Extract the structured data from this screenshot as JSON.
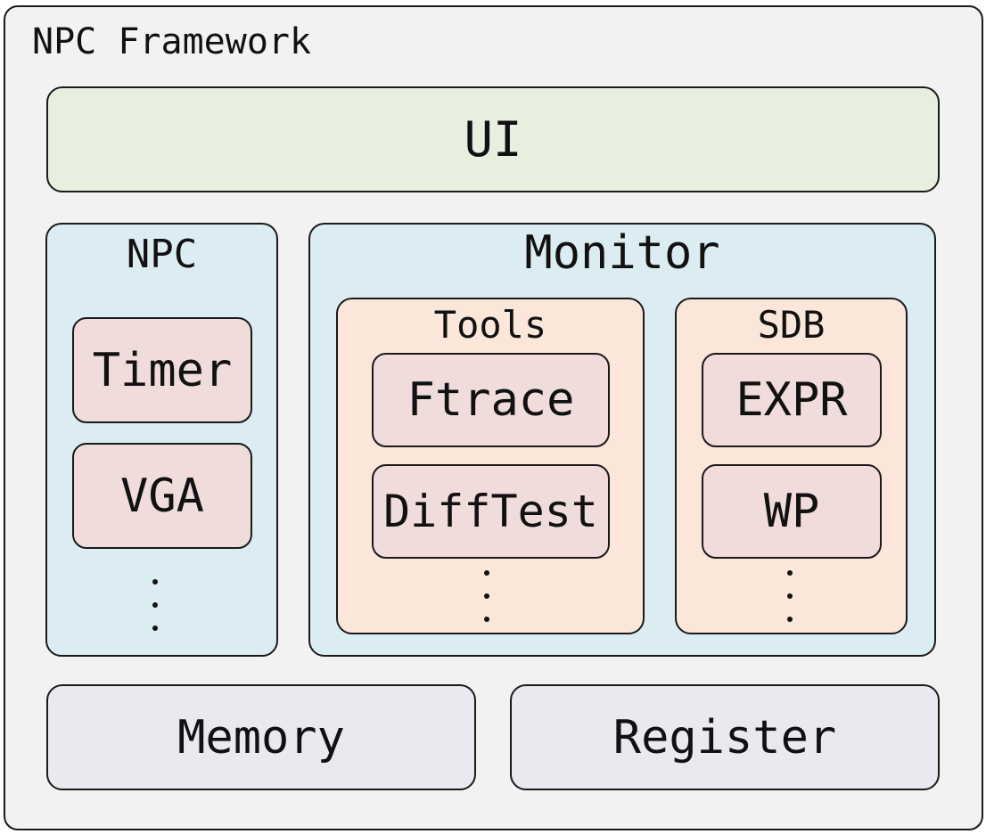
{
  "framework": {
    "title": "NPC Framework"
  },
  "ui": {
    "label": "UI"
  },
  "npc": {
    "title": "NPC",
    "items": [
      {
        "label": "Timer"
      },
      {
        "label": "VGA"
      }
    ]
  },
  "monitor": {
    "title": "Monitor",
    "tools": {
      "title": "Tools",
      "items": [
        {
          "label": "Ftrace"
        },
        {
          "label": "DiffTest"
        }
      ]
    },
    "sdb": {
      "title": "SDB",
      "items": [
        {
          "label": "EXPR"
        },
        {
          "label": "WP"
        }
      ]
    }
  },
  "memory": {
    "label": "Memory"
  },
  "register": {
    "label": "Register"
  }
}
